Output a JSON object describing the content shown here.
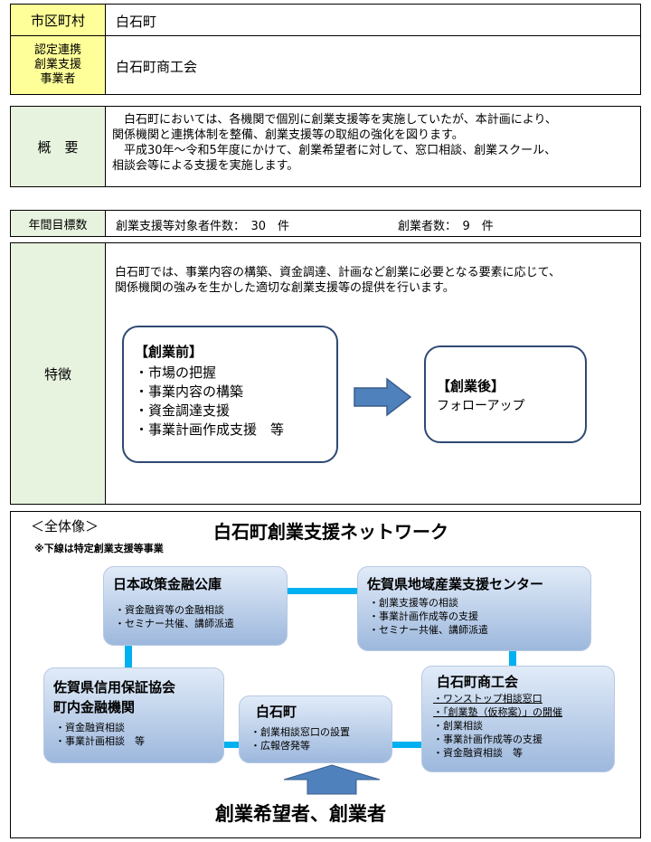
{
  "header": {
    "municipality_label": "市区町村",
    "municipality_value": "白石町",
    "partner_label": "認定連携\n創業支援\n事業者",
    "partner_value": "白石町商工会"
  },
  "overview": {
    "label": "概　要",
    "lines": [
      "　白石町においては、各機関で個別に創業支援等を実施していたが、本計画により、",
      "関係機関と連携体制を整備、創業支援等の取組の強化を図ります。",
      "　平成30年～令和5年度にかけて、創業希望者に対して、窓口相談、創業スクール、",
      "相談会等による支援を実施します。"
    ]
  },
  "targets": {
    "label": "年間目標数",
    "support_text": "創業支援等対象者件数：　30　件",
    "founders_text": "創業者数：　9　件"
  },
  "features": {
    "label": "特徴",
    "lines": [
      "白石町では、事業内容の構築、資金調達、計画など創業に必要となる要素に応じて、",
      "関係機関の強みを生かした適切な創業支援等の提供を行います。"
    ],
    "before": {
      "title": "【創業前】",
      "items": [
        "・市場の把握",
        "・事業内容の構築",
        "・資金調達支援",
        "・事業計画作成支援　等"
      ]
    },
    "after": {
      "title": "【創業後】",
      "items": [
        "フォローアップ"
      ]
    }
  },
  "network": {
    "overview_label": "＜全体像＞",
    "title": "白石町創業支援ネットワーク",
    "note": "※下線は特定創業支援等事業",
    "nodes": {
      "jfc": {
        "title": "日本政策金融公庫",
        "items": [
          "・資金融資等の金融相談",
          "・セミナー共催、講師派遣"
        ]
      },
      "saga_center": {
        "title": "佐賀県地域産業支援センター",
        "items": [
          "・創業支援等の相談",
          "・事業計画作成等の支援",
          "・セミナー共催、講師派遣"
        ]
      },
      "credit": {
        "title1": "佐賀県信用保証協会",
        "title2": "町内金融機関",
        "items": [
          "・資金融資相談",
          "・事業計画相談　等"
        ]
      },
      "town": {
        "title": "白石町",
        "items": [
          "・創業相談窓口の設置",
          "・広報啓発等"
        ]
      },
      "chamber": {
        "title": "白石町商工会",
        "item1": "・ワンストップ相談窓口",
        "item2": "・「創業塾（仮称案）」の開催",
        "item3": "・創業相談",
        "item4": "・事業計画作成等の支援",
        "item5": "・資金融資相談　等"
      }
    },
    "footer": "創業希望者、創業者"
  },
  "colors": {
    "yellow_label": "#ffff99",
    "green_label": "#e8f3df",
    "connector": "#00b0f0",
    "arrow": "#4f81bd",
    "node_border": "#2f4a73"
  }
}
